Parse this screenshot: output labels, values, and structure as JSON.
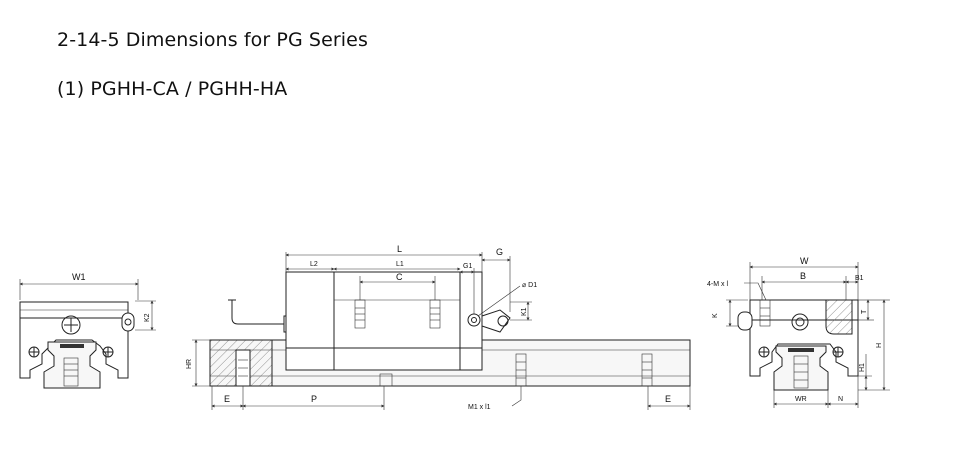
{
  "title": "2-14-5 Dimensions for PG Series",
  "subtitle": "(1) PGHH-CA / PGHH-HA",
  "labels": {
    "W1": "W1",
    "K2": "K2",
    "HR": "HR",
    "L": "L",
    "L2": "L2",
    "L1": "L1",
    "C": "C",
    "G1": "G1",
    "G": "G",
    "D1": "⌀ D1",
    "K1": "K1",
    "E_left": "E",
    "P": "P",
    "M1l1": "M1 x l1",
    "E_right": "E",
    "W": "W",
    "B": "B",
    "B1": "B1",
    "M4": "4-M x l",
    "K": "K",
    "T": "T",
    "H": "H",
    "H1": "H1",
    "WR": "WR",
    "N": "N"
  }
}
